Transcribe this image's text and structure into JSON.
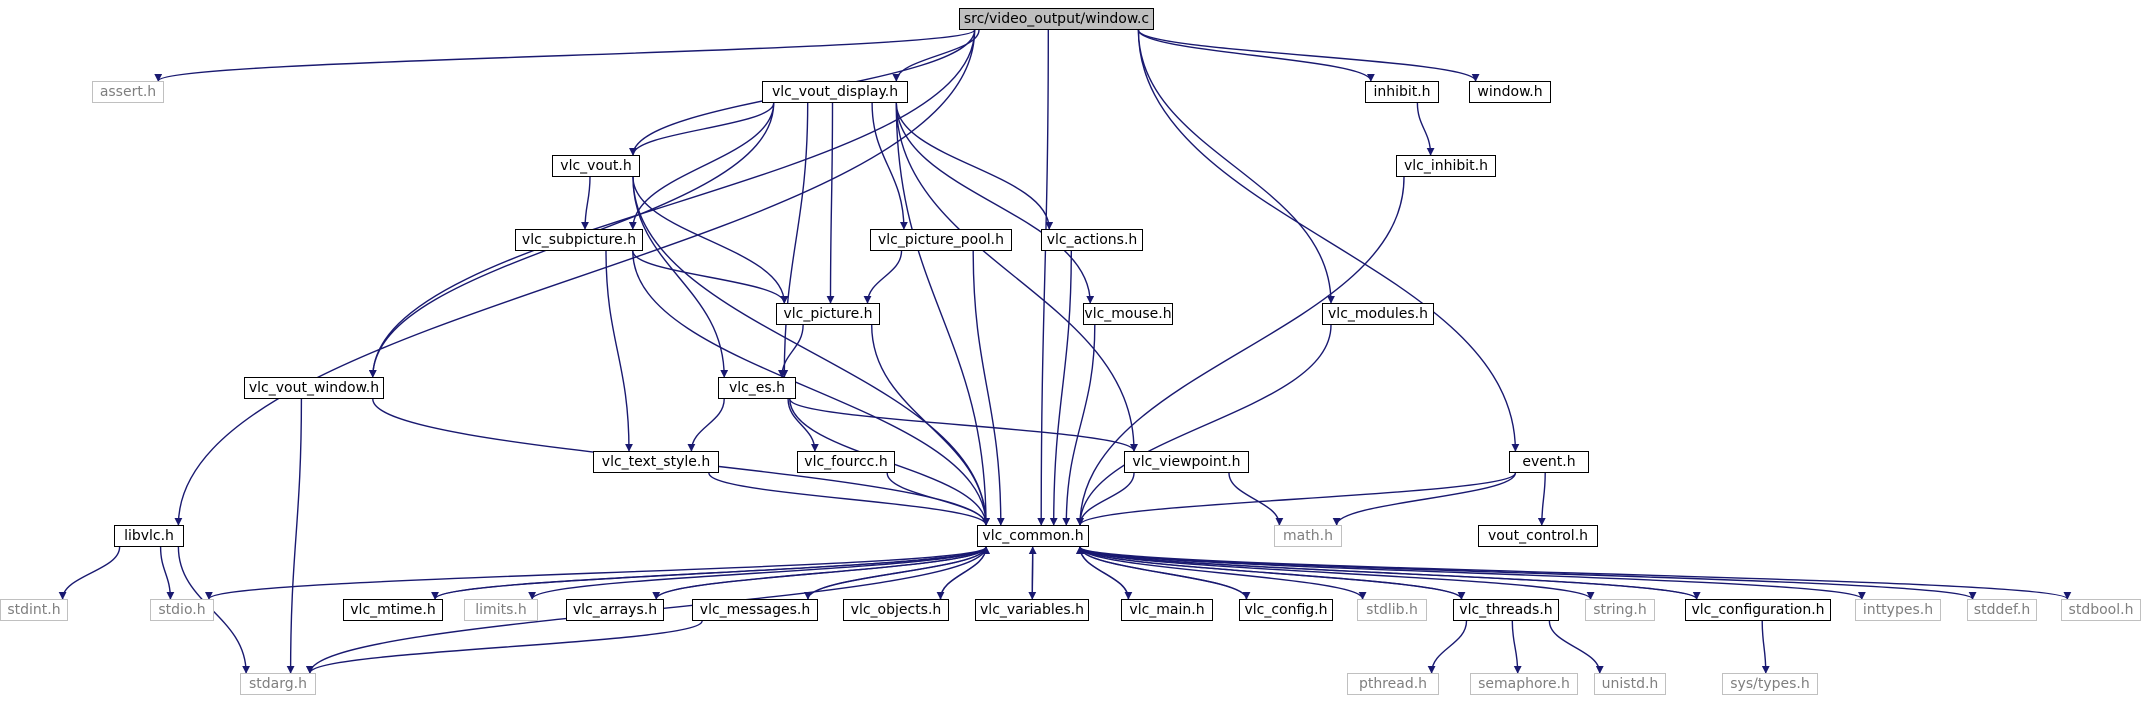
{
  "title": "src/video_output/window.c",
  "colors": {
    "edge": "#191970",
    "box": "#000000",
    "ext_box": "#c0c0c0",
    "ext_text": "#7f7f7f",
    "root_fill": "#bfbfbf"
  },
  "nodes": {
    "root": "src/video_output/window.c",
    "assert": "assert.h",
    "vlc_vout_display": "vlc_vout_display.h",
    "inhibit": "inhibit.h",
    "window": "window.h",
    "vlc_inhibit": "vlc_inhibit.h",
    "vlc_vout": "vlc_vout.h",
    "vlc_subpicture": "vlc_subpicture.h",
    "vlc_picture_pool": "vlc_picture_pool.h",
    "vlc_actions": "vlc_actions.h",
    "vlc_picture": "vlc_picture.h",
    "vlc_mouse": "vlc_mouse.h",
    "vlc_modules": "vlc_modules.h",
    "vlc_vout_window": "vlc_vout_window.h",
    "vlc_es": "vlc_es.h",
    "vlc_text_style": "vlc_text_style.h",
    "vlc_fourcc": "vlc_fourcc.h",
    "vlc_viewpoint": "vlc_viewpoint.h",
    "event": "event.h",
    "libvlc": "libvlc.h",
    "vlc_common": "vlc_common.h",
    "math": "math.h",
    "vout_control": "vout_control.h",
    "stdint": "stdint.h",
    "stdio": "stdio.h",
    "vlc_mtime": "vlc_mtime.h",
    "limits": "limits.h",
    "vlc_arrays": "vlc_arrays.h",
    "vlc_messages": "vlc_messages.h",
    "vlc_objects": "vlc_objects.h",
    "vlc_variables": "vlc_variables.h",
    "vlc_main": "vlc_main.h",
    "vlc_config": "vlc_config.h",
    "stdlib": "stdlib.h",
    "vlc_threads": "vlc_threads.h",
    "string": "string.h",
    "vlc_configuration": "vlc_configuration.h",
    "inttypes": "inttypes.h",
    "stddef": "stddef.h",
    "stdbool": "stdbool.h",
    "stdarg": "stdarg.h",
    "pthread": "pthread.h",
    "semaphore": "semaphore.h",
    "unistd": "unistd.h",
    "sys_types": "sys/types.h"
  }
}
